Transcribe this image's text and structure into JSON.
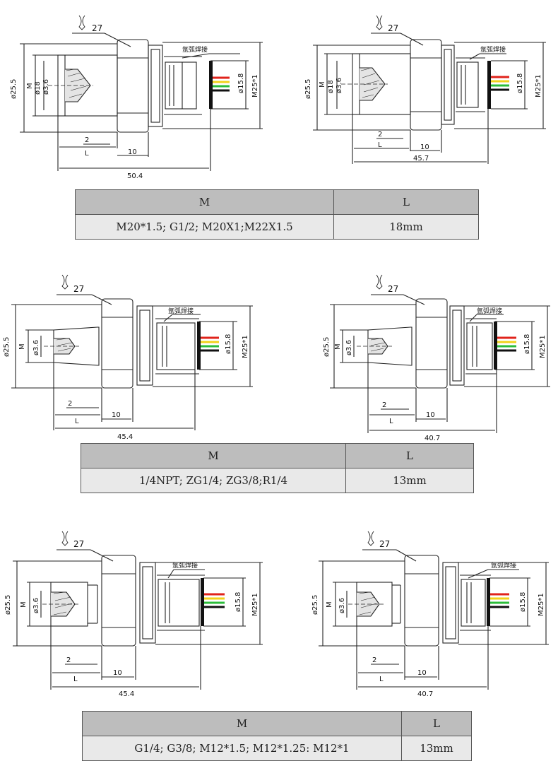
{
  "groups": [
    {
      "drawings": [
        {
          "hex": "27",
          "weld": "氩弧焊接",
          "d_body": "ø25.5",
          "m": "M",
          "d_thread": "ø18",
          "d_hole": "ø3.6",
          "d_inner": "ø15.8",
          "m_top": "M25*1",
          "dim2": "2",
          "dimL": "L",
          "dim10": "10",
          "total": "50.4"
        },
        {
          "hex": "27",
          "weld": "氩弧焊接",
          "d_body": "ø25.5",
          "m": "M",
          "d_thread": "ø18",
          "d_hole": "ø3.6",
          "d_inner": "ø15.8",
          "m_top": "M25*1",
          "dim2": "2",
          "dimL": "L",
          "dim10": "10",
          "total": "45.7"
        }
      ],
      "table": {
        "col_m": "M",
        "col_l": "L",
        "value_m": "M20*1.5; G1/2; M20X1;M22X1.5",
        "value_l": "18mm"
      }
    },
    {
      "drawings": [
        {
          "hex": "27",
          "weld": "氩弧焊接",
          "d_body": "ø25.5",
          "m": "M",
          "d_hole": "ø3.6",
          "d_inner": "ø15.8",
          "m_top": "M25*1",
          "dim2": "2",
          "dimL": "L",
          "dim10": "10",
          "total": "45.4"
        },
        {
          "hex": "27",
          "weld": "氩弧焊接",
          "d_body": "ø25.5",
          "m": "M",
          "d_hole": "ø3.6",
          "d_inner": "ø15.8",
          "m_top": "M25*1",
          "dim2": "2",
          "dimL": "L",
          "dim10": "10",
          "total": "40.7"
        }
      ],
      "table": {
        "col_m": "M",
        "col_l": "L",
        "value_m": "1/4NPT; ZG1/4; ZG3/8;R1/4",
        "value_l": "13mm"
      }
    },
    {
      "drawings": [
        {
          "hex": "27",
          "weld": "氩弧焊接",
          "d_body": "ø25.5",
          "m": "M",
          "d_hole": "ø3.6",
          "d_inner": "ø15.8",
          "m_top": "M25*1",
          "dim2": "2",
          "dimL": "L",
          "dim10": "10",
          "total": "45.4"
        },
        {
          "hex": "27",
          "weld": "氩弧焊接",
          "d_body": "ø25.5",
          "m": "M",
          "d_hole": "ø3.6",
          "d_inner": "ø15.8",
          "m_top": "M25*1",
          "dim2": "2",
          "dimL": "L",
          "dim10": "10",
          "total": "40.7"
        }
      ],
      "table": {
        "col_m": "M",
        "col_l": "L",
        "value_m": "G1/4;  G3/8; M12*1.5; M12*1.25: M12*1",
        "value_l": "13mm"
      }
    }
  ],
  "colors": {
    "wire_red": "#e0231b",
    "wire_yellow": "#f2d21a",
    "wire_green": "#2bbd3a",
    "wire_black": "#111111",
    "line": "#222222"
  }
}
